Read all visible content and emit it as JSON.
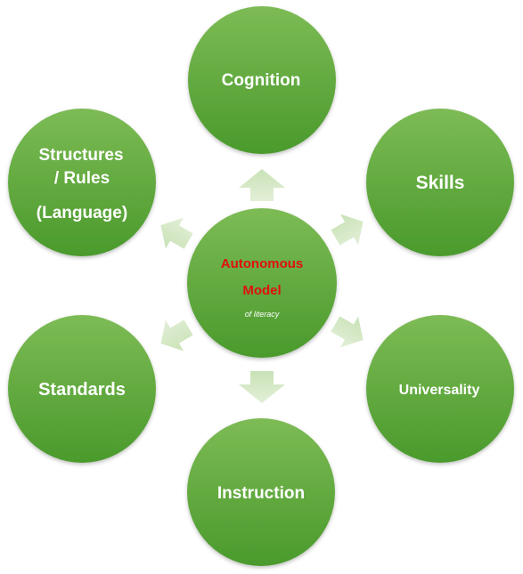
{
  "colors": {
    "node_fill_top": "#7dbb55",
    "node_fill_bottom": "#4a9a2c",
    "node_text": "#ffffff",
    "center_title": "#e01010",
    "arrow_fill": "#d2e7c2"
  },
  "center": {
    "title_line1": "Autonomous",
    "title_line2": "Model",
    "subtitle": "of literacy"
  },
  "nodes": {
    "cognition": "Cognition",
    "skills": "Skills",
    "universality": "Universality",
    "instruction": "Instruction",
    "standards": "Standards",
    "structures_line1": "Structures",
    "structures_line2": "/ Rules",
    "structures_line3": "(Language)"
  }
}
